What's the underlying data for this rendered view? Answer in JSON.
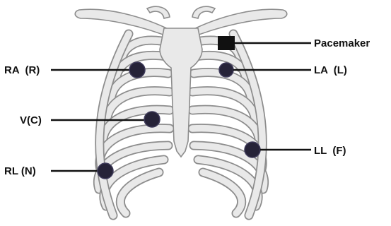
{
  "diagram": {
    "electrodes": [
      {
        "id": "ra",
        "label": "RA  (R)"
      },
      {
        "id": "la",
        "label": "LA  (L)"
      },
      {
        "id": "v",
        "label": "V(C)"
      },
      {
        "id": "ll",
        "label": "LL  (F)"
      },
      {
        "id": "rl",
        "label": "RL (N)"
      }
    ],
    "device": {
      "label": "Pacemaker"
    }
  }
}
